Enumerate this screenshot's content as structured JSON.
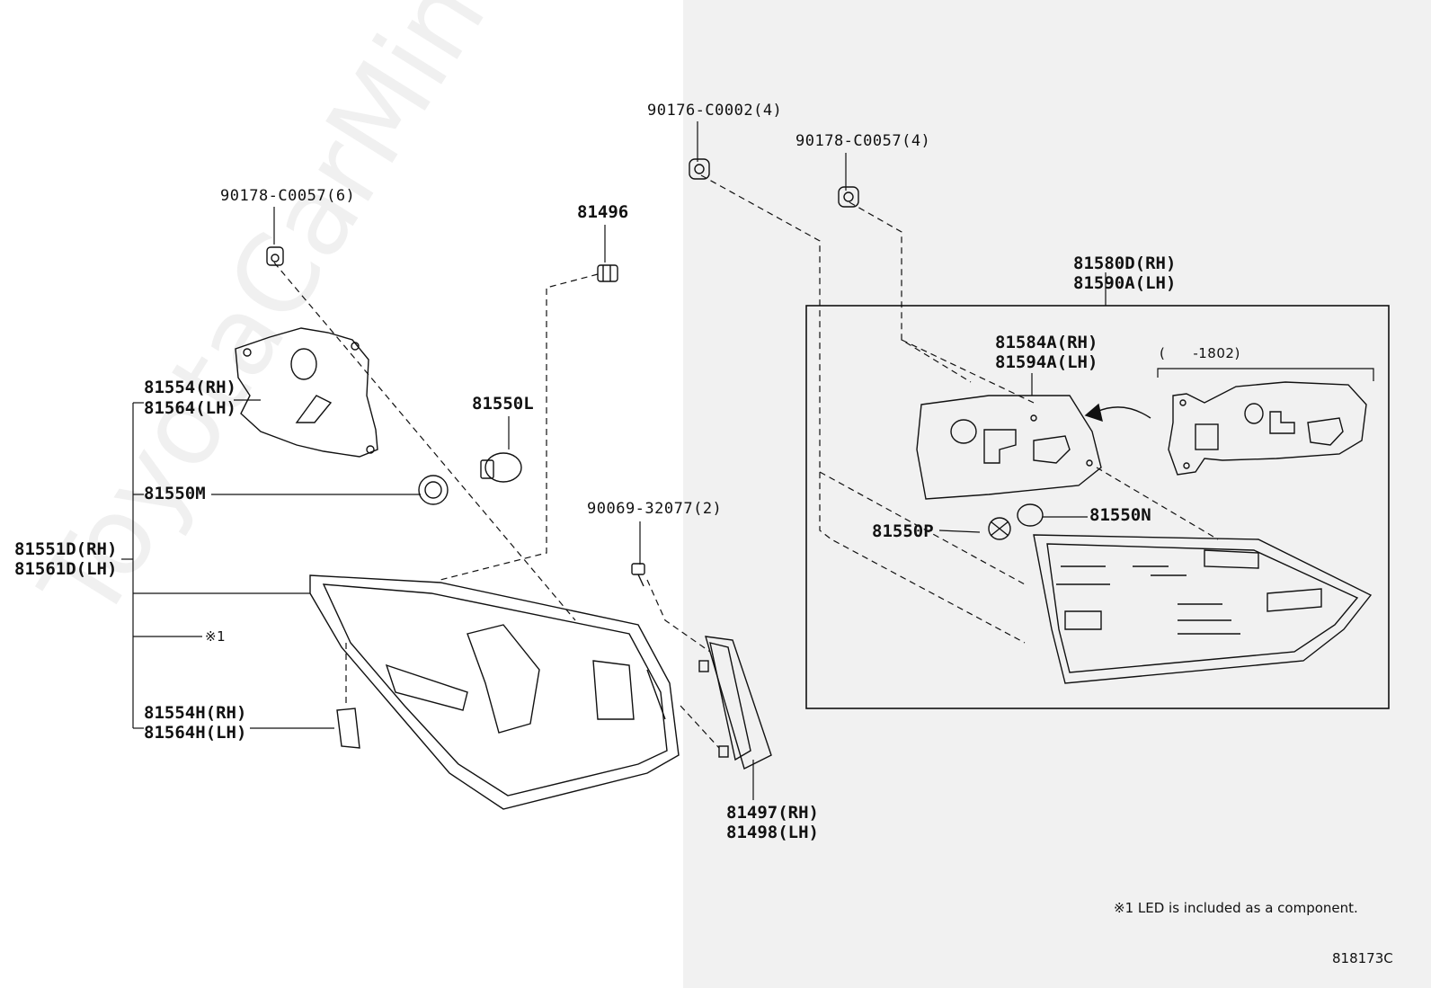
{
  "watermark": "ToyotaCarMine.ru",
  "labels": {
    "p90178_6": "90178-C0057(6)",
    "p81496": "81496",
    "p90176": "90176-C0002(4)",
    "p90178_4": "90178-C0057(4)",
    "p81554_rh": "81554(RH)",
    "p81564_lh": "81564(LH)",
    "p81550l": "81550L",
    "p81550m": "81550M",
    "p81551d_rh": "81551D(RH)",
    "p81561d_lh": "81561D(LH)",
    "note_ref": "※1",
    "p81554h_rh": "81554H(RH)",
    "p81564h_lh": "81564H(LH)",
    "p90069": "90069-32077(2)",
    "p81497_rh": "81497(RH)",
    "p81498_lh": "81498(LH)",
    "p81580d_rh": "81580D(RH)",
    "p81590a_lh": "81590A(LH)",
    "p81584a_rh": "81584A(RH)",
    "p81594a_lh": "81594A(LH)",
    "date_range": "(　　-1802)",
    "p81550p": "81550P",
    "p81550n": "81550N"
  },
  "footnote": "※1 LED is included as a component.",
  "figure_id": "818173C"
}
